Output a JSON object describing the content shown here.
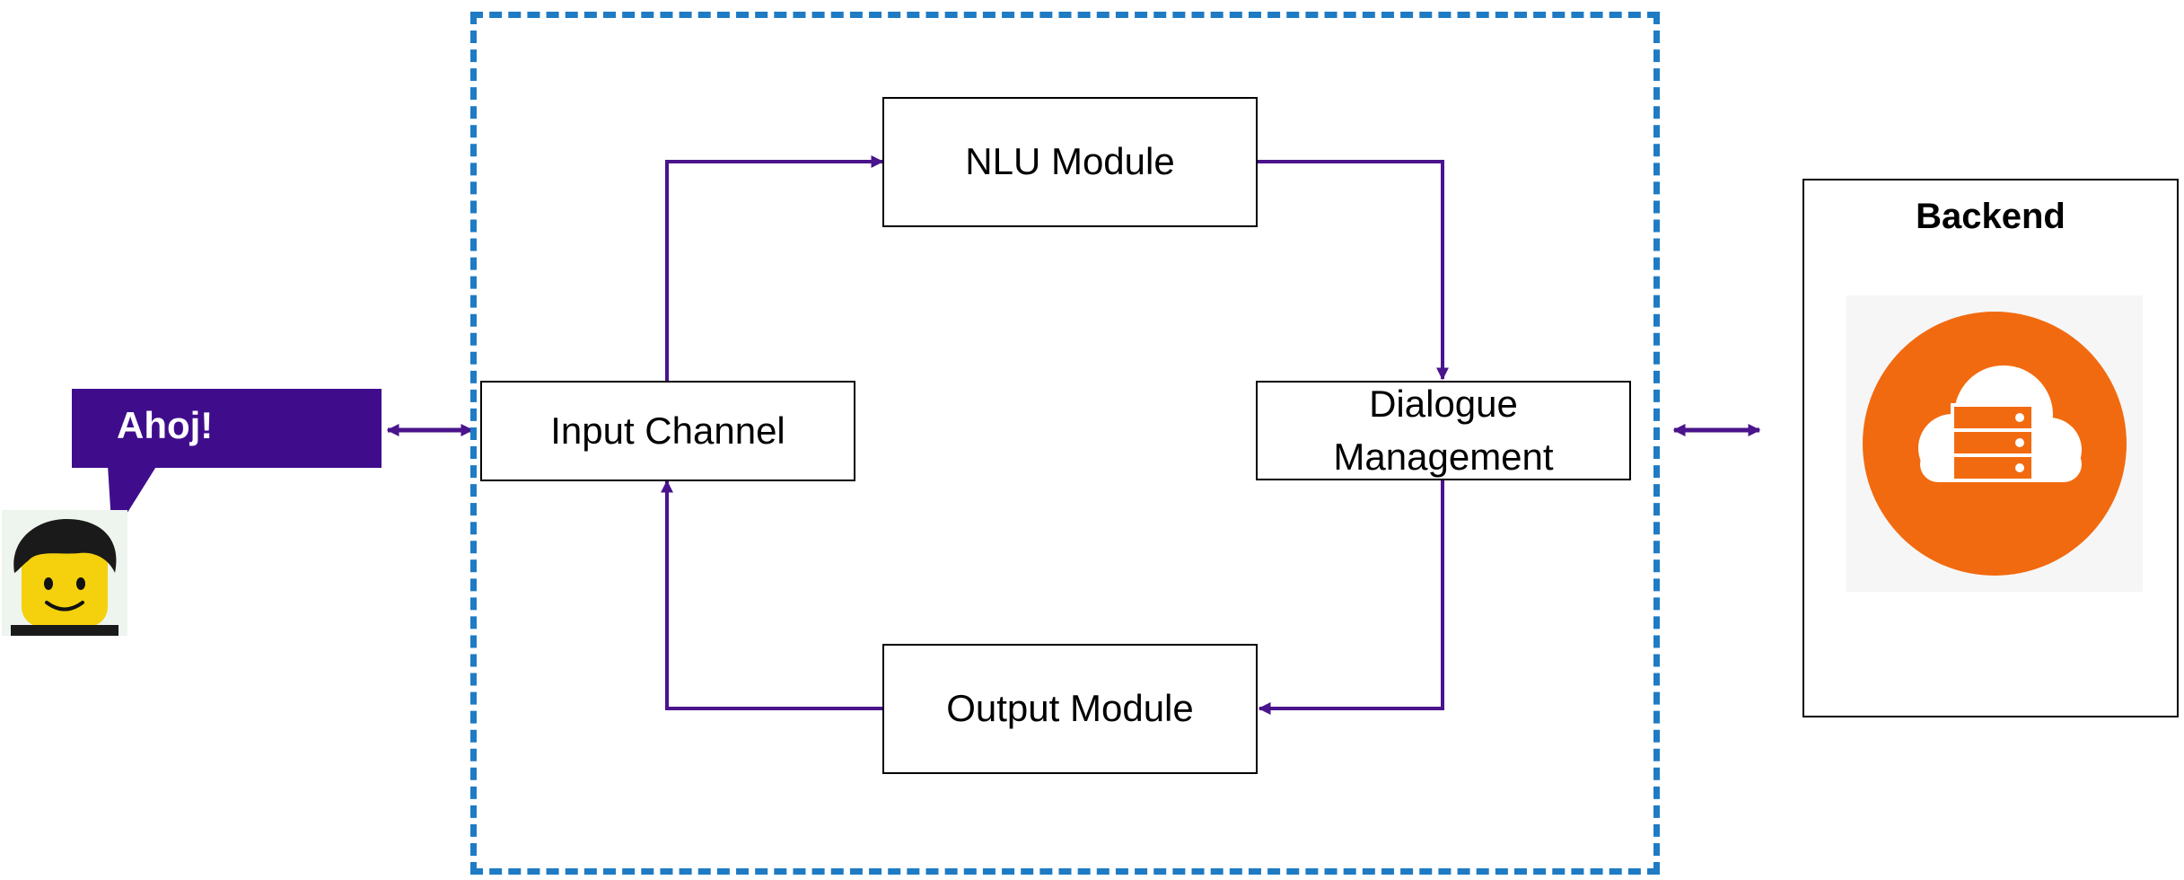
{
  "colors": {
    "arrow": "#4a148c",
    "container_border": "#1e7bc4",
    "bubble": "#3f0d8c",
    "cloud_circle": "#f26a0f"
  },
  "user": {
    "speech": "Ahoj!",
    "avatar_icon": "lego-head-avatar-icon"
  },
  "modules": {
    "nlu": "NLU Module",
    "input_channel": "Input Channel",
    "dialogue_management": "Dialogue\nManagement",
    "output": "Output  Module"
  },
  "backend": {
    "title": "Backend",
    "icon": "cloud-server-icon"
  }
}
